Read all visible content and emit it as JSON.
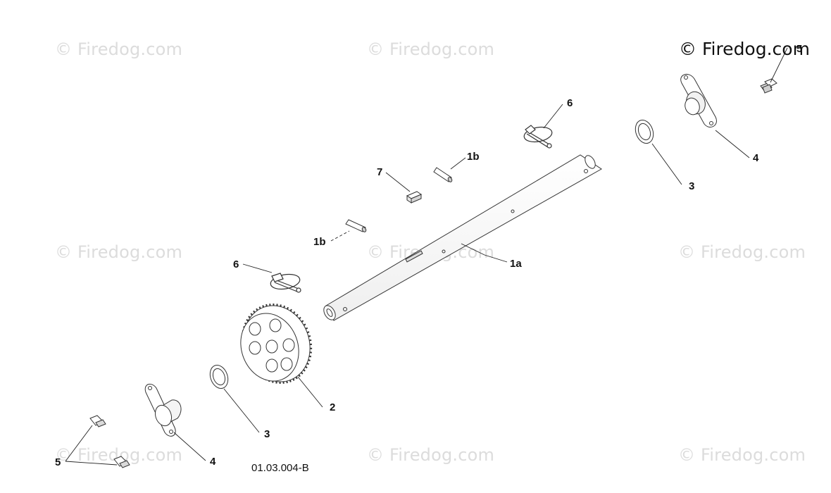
{
  "watermark": {
    "text": "© Firedog.com",
    "main_text": "© Firedog.com"
  },
  "drawing_code": "01.03.004-B",
  "callouts": {
    "shaft": "1a",
    "pin_upper": "1b",
    "pin_lower": "1b",
    "gear": "2",
    "washer_right": "3",
    "washer_left": "3",
    "bearing_right": "4",
    "bearing_left": "4",
    "screw_right": "5",
    "screws_left": "5",
    "hairpin_right": "6",
    "hairpin_left": "6",
    "key": "7"
  }
}
